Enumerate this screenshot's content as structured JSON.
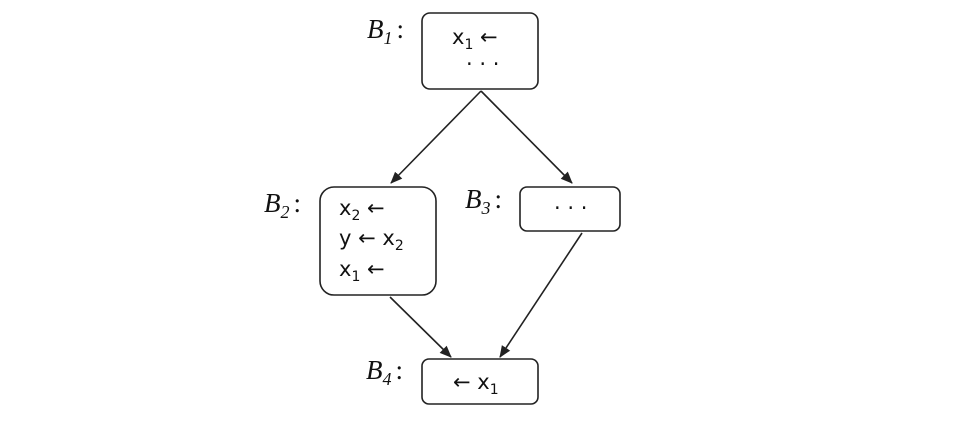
{
  "blocks": [
    {
      "id": "b1",
      "label": {
        "main": "B",
        "sub": "1"
      },
      "lines": [
        [
          {
            "t": "x"
          },
          {
            "t": "1",
            "sub": true
          },
          {
            "t": " ←"
          }
        ],
        [
          {
            "t": "· · ·"
          }
        ]
      ]
    },
    {
      "id": "b2",
      "label": {
        "main": "B",
        "sub": "2"
      },
      "lines": [
        [
          {
            "t": "x"
          },
          {
            "t": "2",
            "sub": true
          },
          {
            "t": " ←"
          }
        ],
        [
          {
            "t": "y ← x"
          },
          {
            "t": "2",
            "sub": true
          }
        ],
        [
          {
            "t": "x"
          },
          {
            "t": "1",
            "sub": true
          },
          {
            "t": " ←"
          }
        ]
      ]
    },
    {
      "id": "b3",
      "label": {
        "main": "B",
        "sub": "3"
      },
      "lines": [
        [
          {
            "t": "· · ·"
          }
        ]
      ]
    },
    {
      "id": "b4",
      "label": {
        "main": "B",
        "sub": "4"
      },
      "lines": [
        [
          {
            "t": "← x"
          },
          {
            "t": "1",
            "sub": true
          }
        ]
      ]
    }
  ],
  "edges": [
    {
      "from": "b1",
      "to": "b2"
    },
    {
      "from": "b1",
      "to": "b3"
    },
    {
      "from": "b2",
      "to": "b4"
    },
    {
      "from": "b3",
      "to": "b4"
    }
  ],
  "colors": {
    "stroke": "#222222",
    "background": "#ffffff"
  }
}
